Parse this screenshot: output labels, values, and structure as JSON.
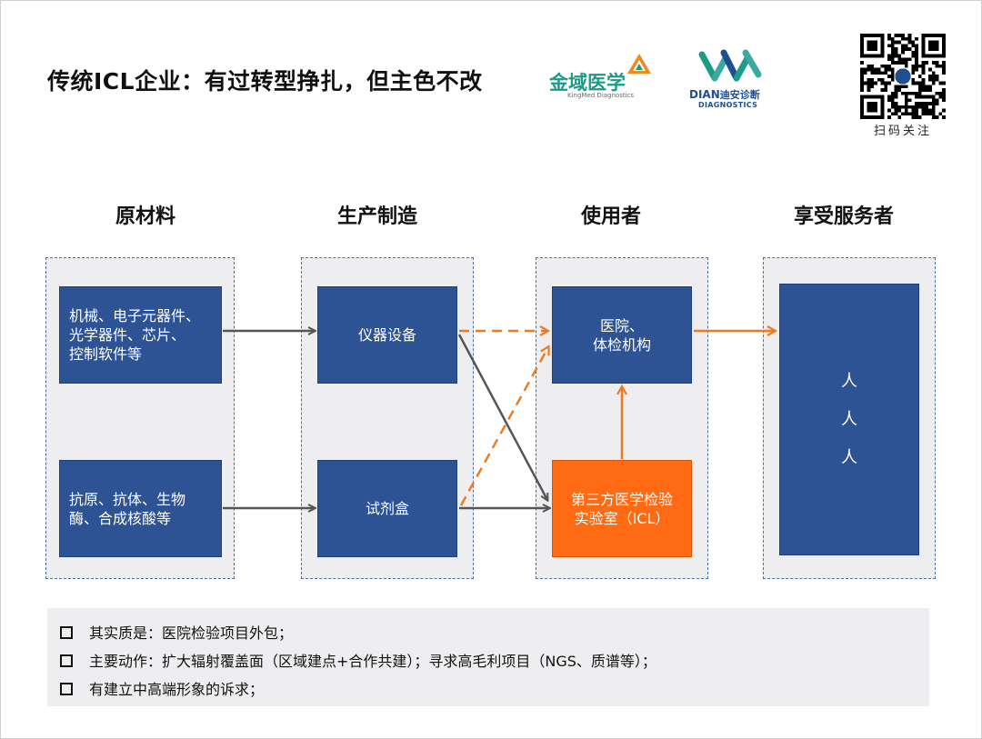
{
  "title": "传统ICL企业：有过转型挣扎，但主色不改",
  "logos": {
    "kingmed": {
      "name": "金域医学",
      "sub": "KingMed Diagnostics"
    },
    "dian": {
      "name_en": "DIAN",
      "name_cn": "迪安诊断",
      "sub": "DIAGNOSTICS"
    }
  },
  "qr": {
    "label": "扫码关注"
  },
  "columns": [
    "原材料",
    "生产制造",
    "使用者",
    "享受服务者"
  ],
  "boxes": {
    "raw1": "机械、电子元器件、\n光学器件、芯片、\n控制软件等",
    "raw2": "抗原、抗体、生物\n酶、合成核酸等",
    "instrument": "仪器设备",
    "reagent": "试剂盒",
    "hospital": "医院、\n体检机构",
    "icl": "第三方医学检验\n实验室（ICL）",
    "people": [
      "人",
      "人",
      "人"
    ]
  },
  "notes": [
    "其实质是：医院检验项目外包；",
    "主要动作：扩大辐射覆盖面（区域建点+合作共建）；寻求高毛利项目（NGS、质谱等）；",
    "有建立中高端形象的诉求；"
  ],
  "colors": {
    "navy": "#2e5394",
    "orange": "#ff6a13",
    "arrow_gray": "#555555",
    "group_bg": "#eeeef0"
  }
}
